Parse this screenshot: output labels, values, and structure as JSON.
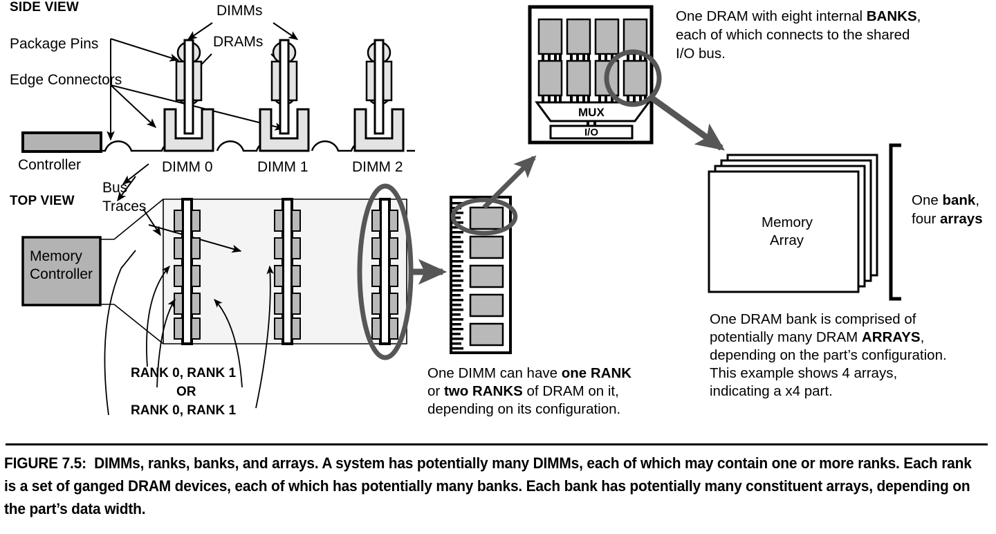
{
  "figure": {
    "label": "FIGURE 7.5:",
    "caption": "DIMMs, ranks, banks, and arrays. A system has potentially many DIMMs, each of which may contain one or more ranks. Each rank is a set of ganged DRAM devices, each of which has potentially many banks. Each bank has potentially many constituent arrays, depending on the part’s data width."
  },
  "side_view": {
    "title": "SIDE VIEW",
    "labels": {
      "package_pins": "Package Pins",
      "edge_connectors": "Edge Connectors",
      "dimms": "DIMMs",
      "drams": "DRAMs",
      "controller": "Controller"
    },
    "slots": [
      "DIMM 0",
      "DIMM 1",
      "DIMM 2"
    ]
  },
  "top_view": {
    "title": "TOP VIEW",
    "labels": {
      "bus_traces_line1": "Bus",
      "bus_traces_line2": "Traces",
      "memory_controller_line1": "Memory",
      "memory_controller_line2": "Controller"
    },
    "rank_note": [
      "RANK 0, RANK 1",
      "OR",
      "RANK 0, RANK 1"
    ]
  },
  "dimm_detail": {
    "note_line1_a": "One DIMM can have ",
    "note_line1_b": "one RANK",
    "note_line2_a": "or ",
    "note_line2_b": "two RANKS",
    "note_line2_c": " of DRAM on it,",
    "note_line3": "depending on its configuration.",
    "chip_count": 5
  },
  "dram_detail": {
    "mux_label": "MUX",
    "io_label": "I/O",
    "bank_count": 8,
    "note_line1_a": "One DRAM with eight internal ",
    "note_line1_b": "BANKS",
    "note_line1_c": ",",
    "note_line2": "each of which connects to the shared",
    "note_line3": "I/O bus."
  },
  "array_detail": {
    "array_label_line1": "Memory",
    "array_label_line2": "Array",
    "bracket_note_a": "One ",
    "bracket_note_b": "bank",
    "bracket_note_c": ",",
    "bracket_note_d": "four ",
    "bracket_note_e": "arrays",
    "array_count": 4,
    "note_line1": "One DRAM bank is comprised of",
    "note_line2_a": "potentially many DRAM ",
    "note_line2_b": "ARRAYS",
    "note_line2_c": ",",
    "note_line3": "depending on the part’s configuration.",
    "note_line4": "This example shows 4 arrays,",
    "note_line5": "indicating a x4 part."
  },
  "colors": {
    "chip_gray": "#b9b9b9",
    "board_light": "#e3e3e3",
    "panel_light": "#f4f4f4",
    "highlight_gray": "#565656",
    "controller_gray": "#b3b3b3",
    "line": "#000000"
  }
}
